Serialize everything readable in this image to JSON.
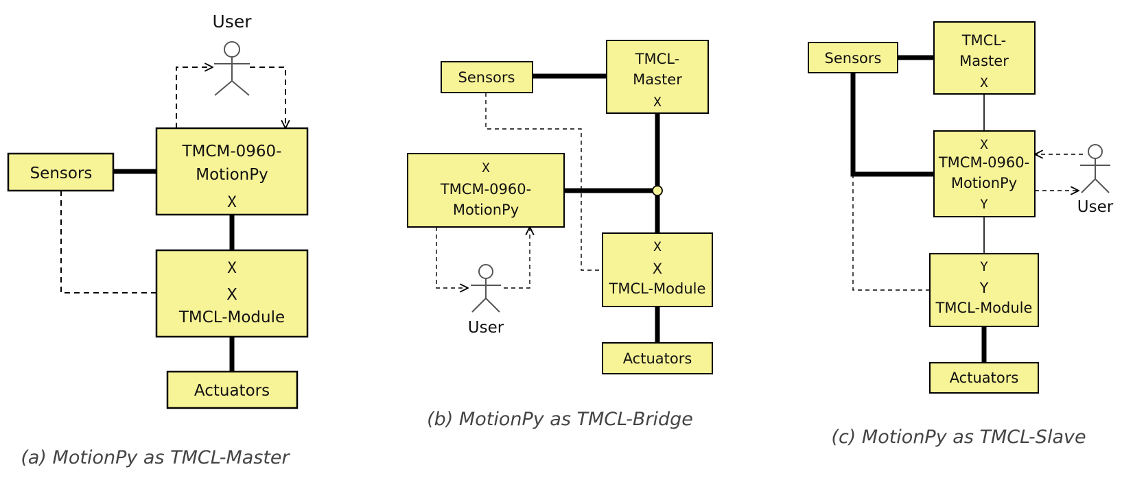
{
  "labels": {
    "sensors": "Sensors",
    "actuators": "Actuators",
    "user": "User",
    "tmcm_line1": "TMCM-0960-",
    "tmcm_line2": "MotionPy",
    "master_line1": "TMCL-",
    "master_line2": "Master",
    "module": "TMCL-Module",
    "x": "X",
    "y": "Y"
  },
  "captions": {
    "a": "(a) MotionPy as TMCL-Master",
    "b": "(b) MotionPy as TMCL-Bridge",
    "c": "(c) MotionPy as TMCL-Slave"
  }
}
